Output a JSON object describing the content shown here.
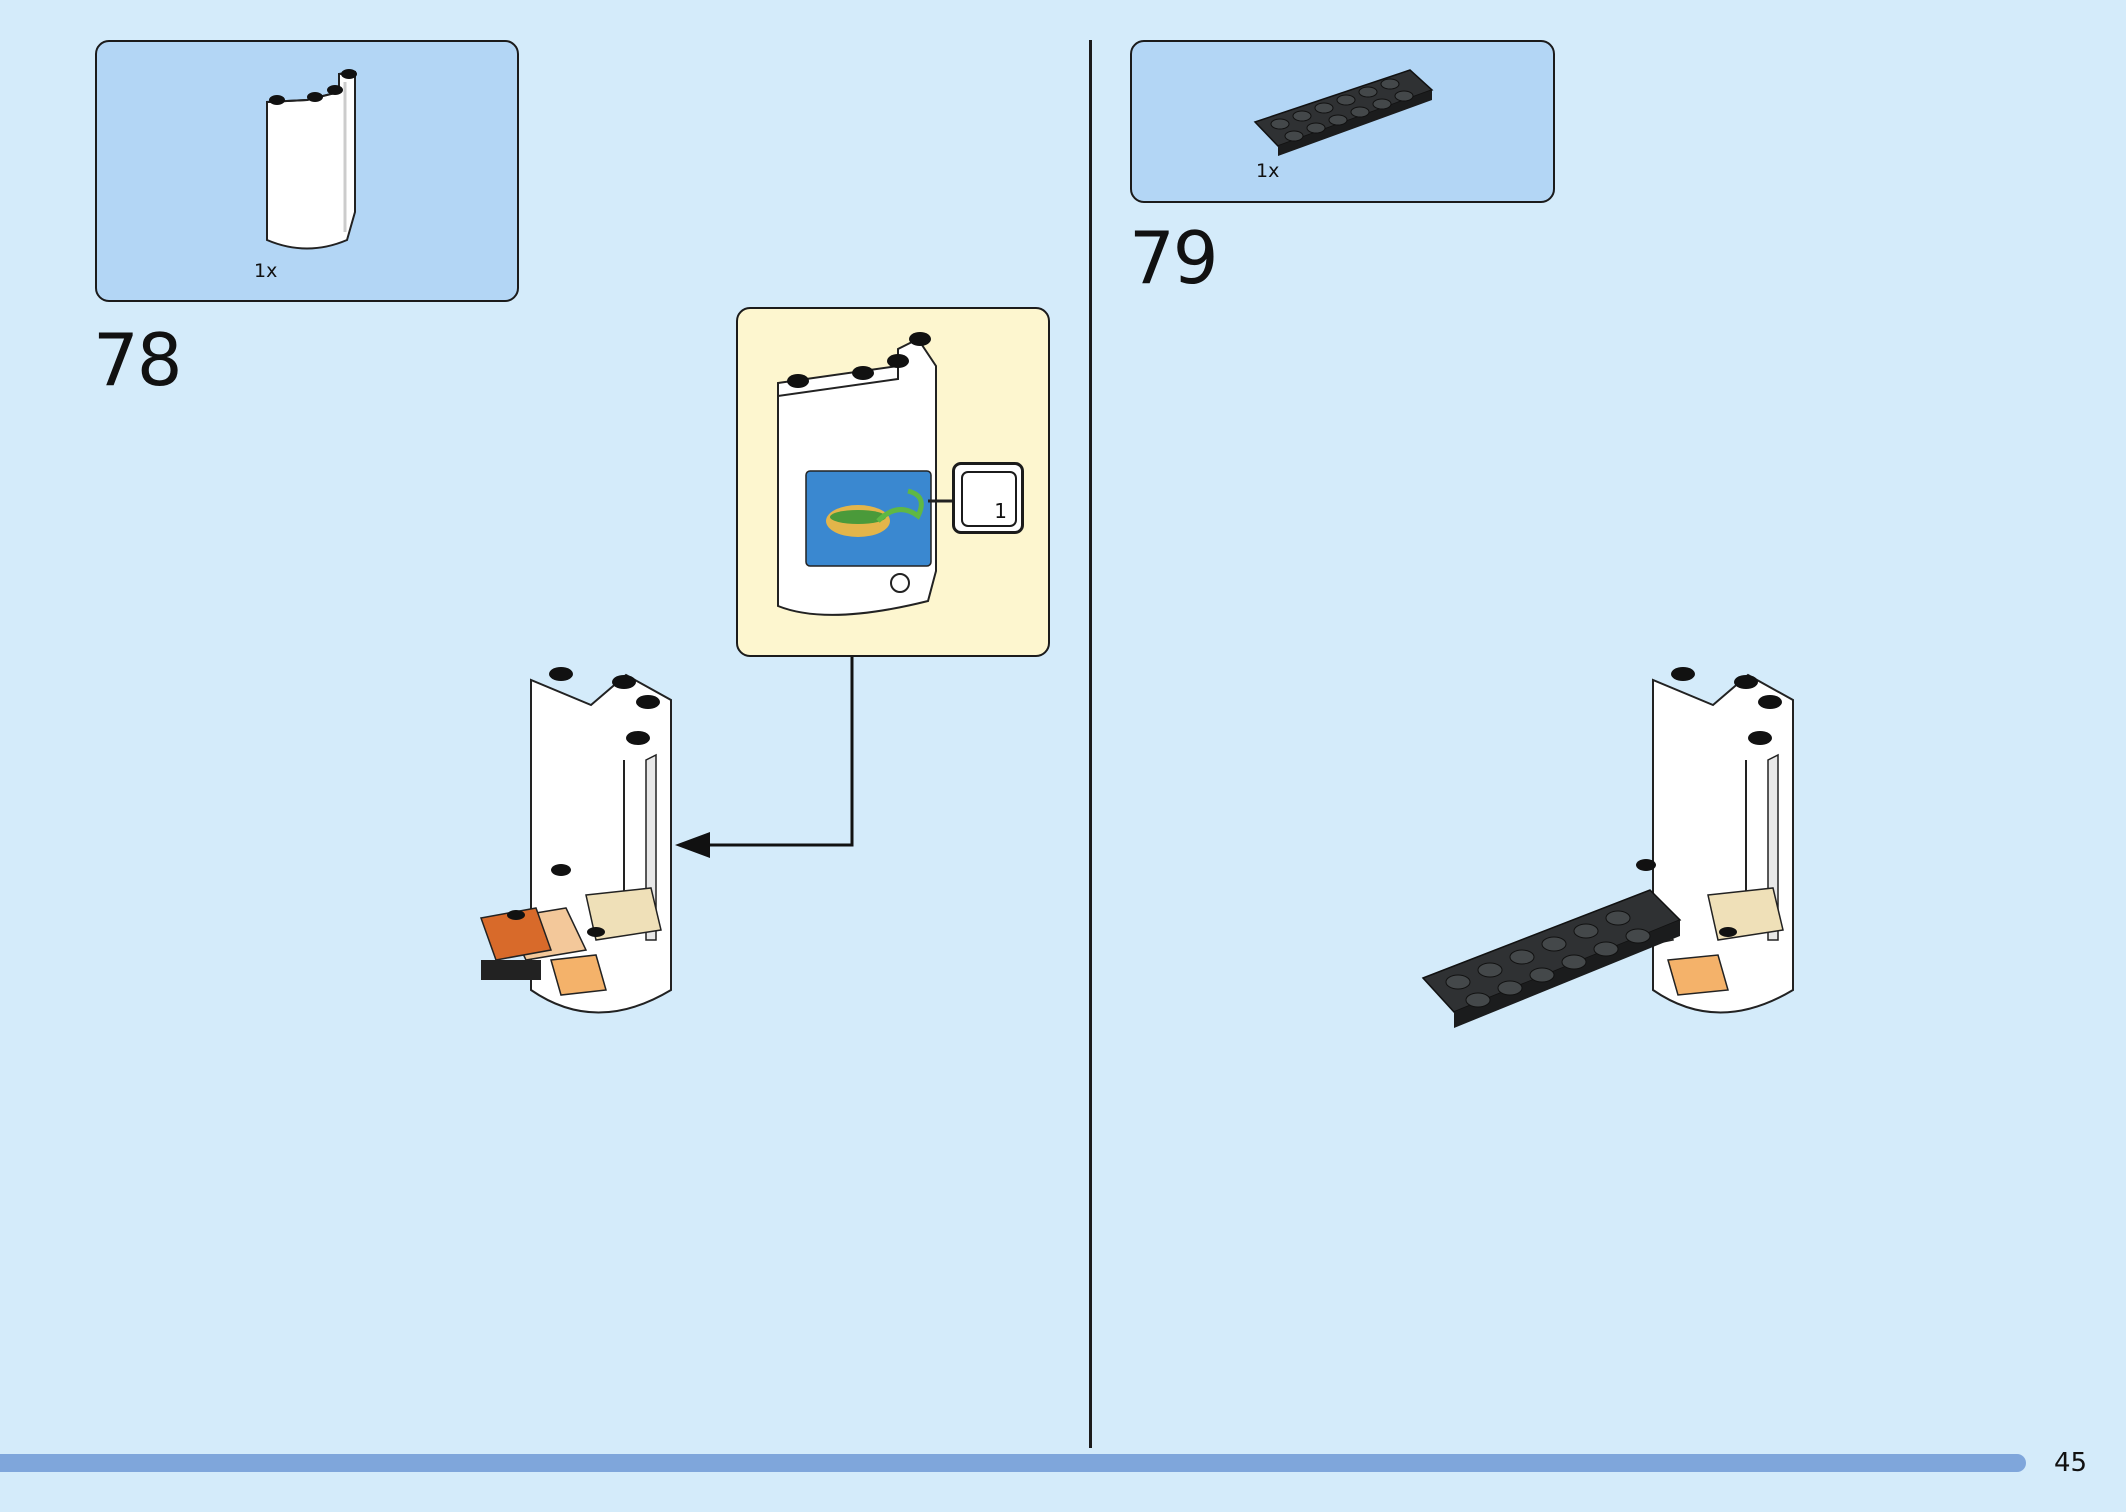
{
  "steps": [
    {
      "number": "78",
      "part_qty": "1x",
      "sticker": "1"
    },
    {
      "number": "79",
      "part_qty": "1x"
    }
  ],
  "page_number": "45",
  "colors": {
    "background": "#d4ebfa",
    "parts_box": "#b3d6f5",
    "callout": "#fdf6cf",
    "bottom_bar": "#7fa6db",
    "dark_plate": "#2f3133",
    "orange": "#d86a2a"
  }
}
